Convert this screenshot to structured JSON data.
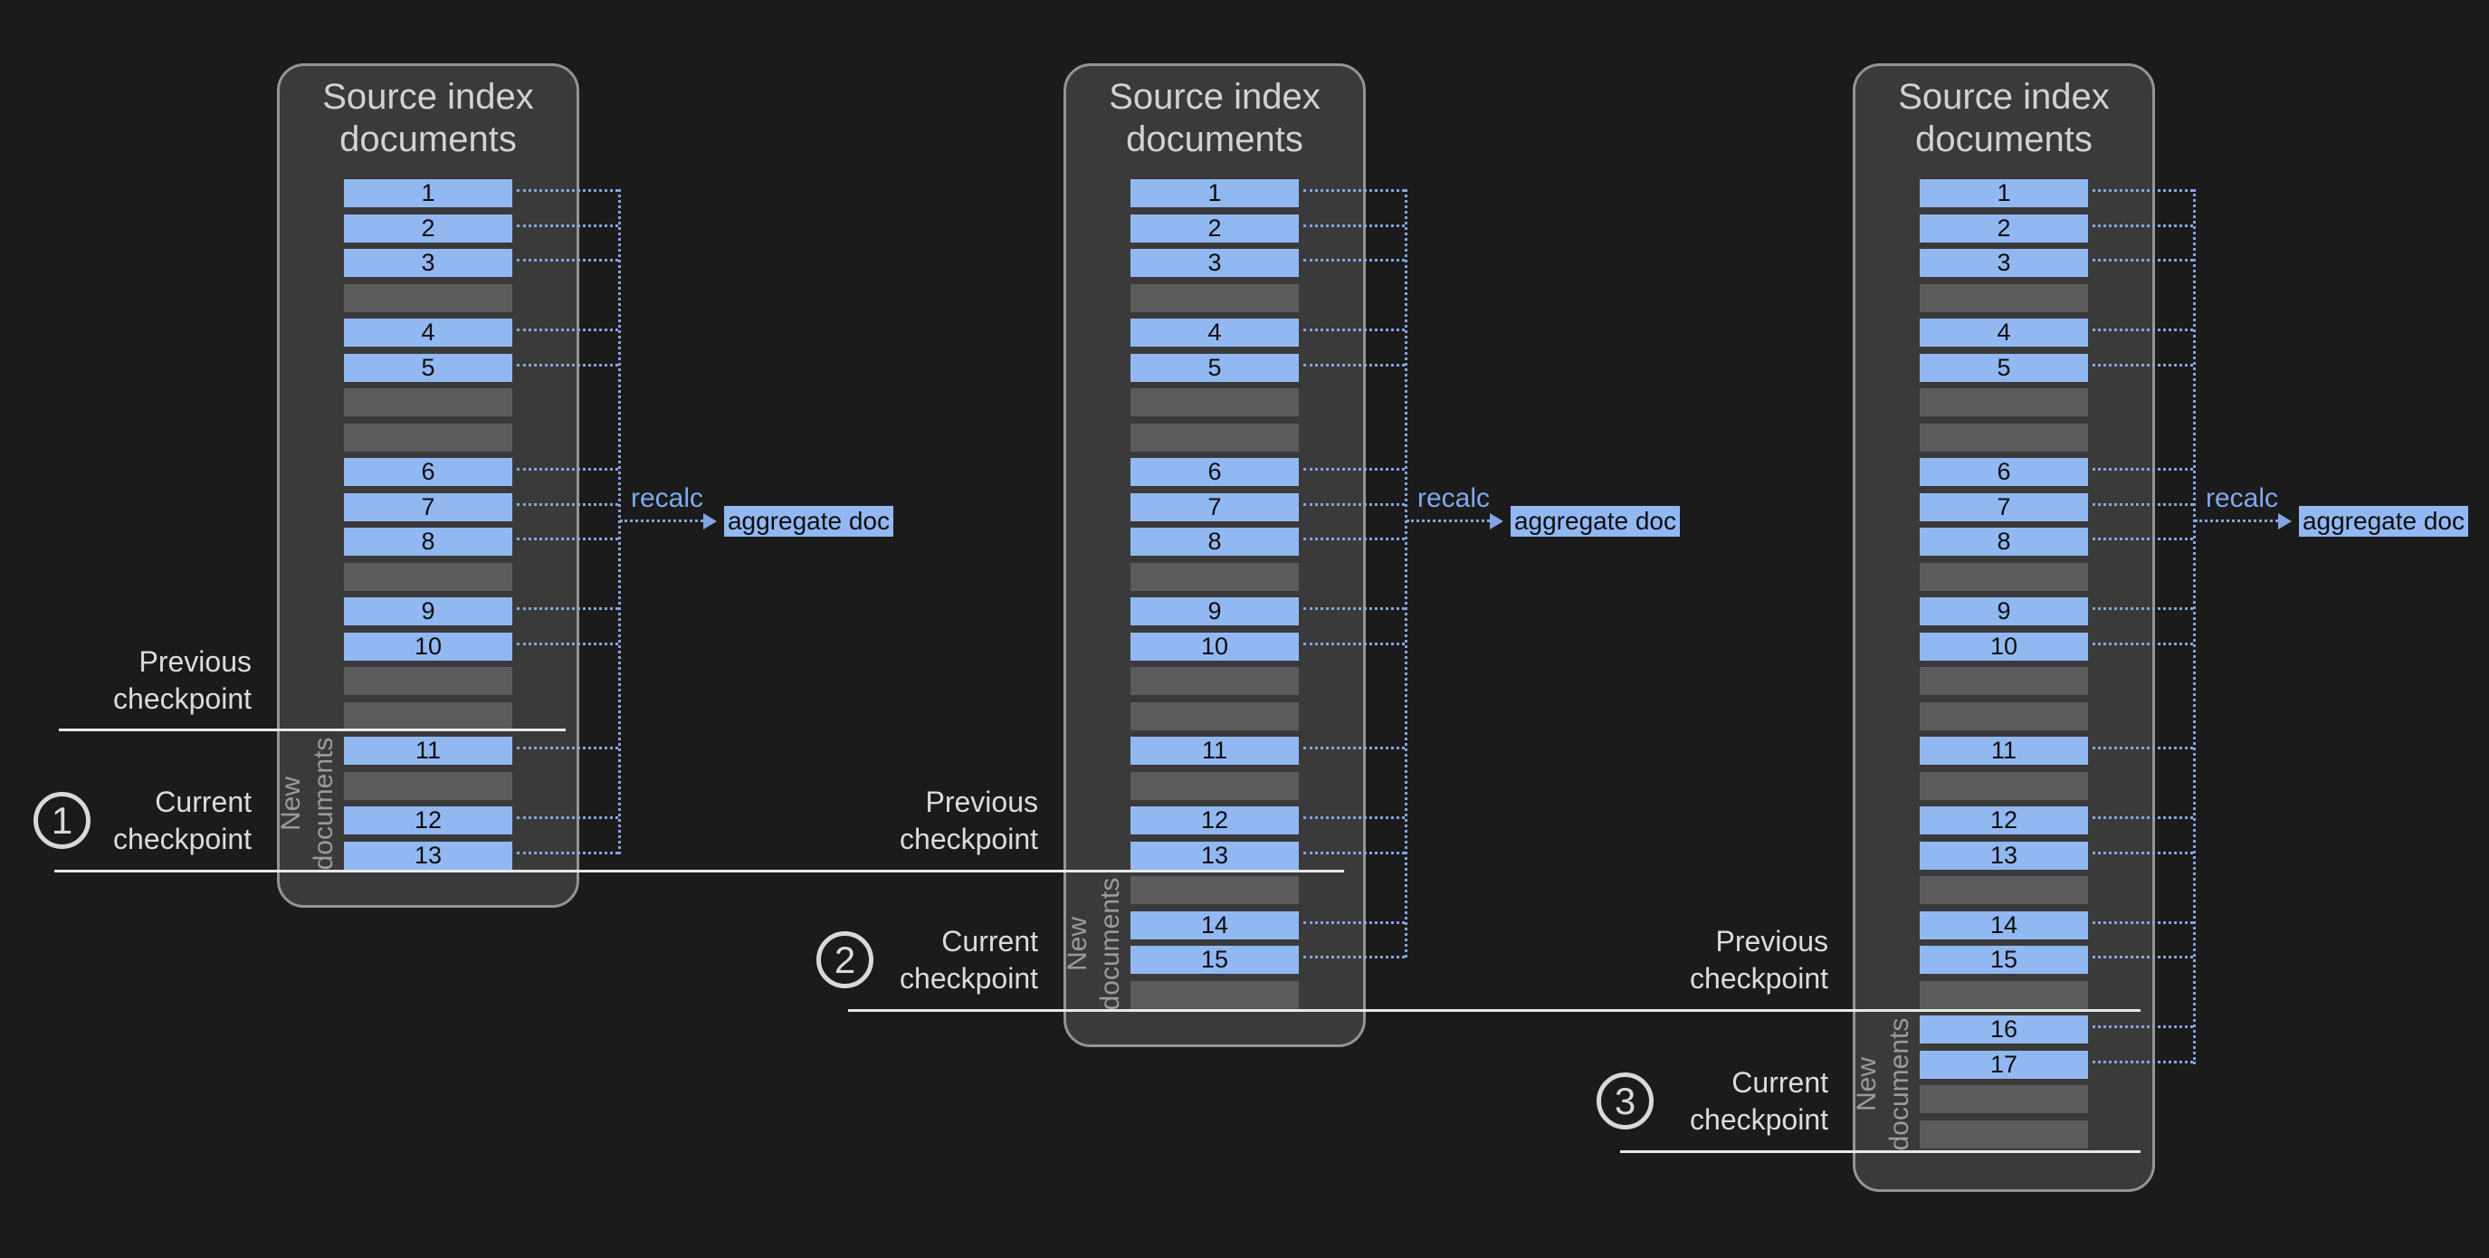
{
  "colors": {
    "background": "#1b1b1b",
    "panel_fill": "#3a3a3b",
    "panel_border": "#949494",
    "doc_blue": "#92b8f2",
    "doc_gray": "#5b5b5b",
    "checkpoint_line": "#e9e9e9",
    "label_text": "#dcdcdc",
    "title_text": "#d2d2d2",
    "new_docs_text": "#9b9b9b",
    "accent_blue": "#84a4e0",
    "doc_number_text": "#0d0d0d"
  },
  "shared": {
    "panel_title": "Source index\ndocuments",
    "new_documents_label": "New\ndocuments",
    "recalc_label": "recalc",
    "aggregate_doc_label": "aggregate doc",
    "previous_checkpoint_label": "Previous\ncheckpoint",
    "current_checkpoint_label": "Current\ncheckpoint"
  },
  "panels": [
    {
      "step": "1",
      "rows": [
        "1",
        "2",
        "3",
        null,
        "4",
        "5",
        null,
        null,
        "6",
        "7",
        "8",
        null,
        "9",
        "10",
        null,
        null,
        "11",
        null,
        "12",
        "13"
      ],
      "new_documents_from_index": 16
    },
    {
      "step": "2",
      "rows": [
        "1",
        "2",
        "3",
        null,
        "4",
        "5",
        null,
        null,
        "6",
        "7",
        "8",
        null,
        "9",
        "10",
        null,
        null,
        "11",
        null,
        "12",
        "13",
        null,
        "14",
        "15",
        null
      ],
      "new_documents_from_index": 20
    },
    {
      "step": "3",
      "rows": [
        "1",
        "2",
        "3",
        null,
        "4",
        "5",
        null,
        null,
        "6",
        "7",
        "8",
        null,
        "9",
        "10",
        null,
        null,
        "11",
        null,
        "12",
        "13",
        null,
        "14",
        "15",
        null,
        "16",
        "17",
        null,
        null
      ],
      "new_documents_from_index": 24
    }
  ]
}
